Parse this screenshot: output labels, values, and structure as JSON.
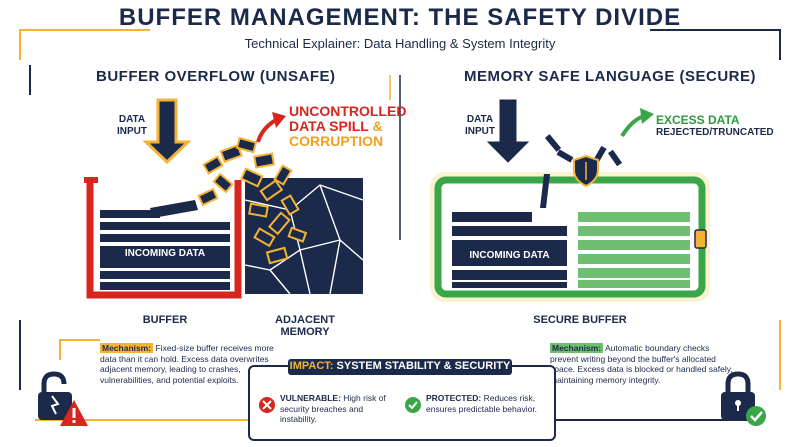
{
  "header": {
    "title": "BUFFER MANAGEMENT: THE SAFETY DIVIDE",
    "subtitle": "Technical Explainer: Data Handling & System Integrity"
  },
  "unsafe": {
    "title": "BUFFER OVERFLOW (UNSAFE)",
    "data_input": "DATA\nINPUT",
    "spill_line1": "UNCONTROLLED",
    "spill_line2": "DATA SPILL",
    "spill_amp": "&",
    "spill_line3": "CORRUPTION",
    "incoming": "INCOMING DATA",
    "buffer_label": "BUFFER",
    "adjacent_label": "ADJACENT MEMORY",
    "mech_tag": "Mechanism:",
    "mech_text": " Fixed-size buffer receives more data than it can hold. Excess data overwrites adjacent memory, leading to crashes, vulnerabilities, and potential exploits."
  },
  "safe": {
    "title": "MEMORY SAFE LANGUAGE (SECURE)",
    "data_input": "DATA\nINPUT",
    "excess_line1": "EXCESS DATA",
    "excess_line2": "REJECTED/TRUNCATED",
    "incoming": "INCOMING DATA",
    "buffer_label": "SECURE BUFFER",
    "mech_tag": "Mechanism:",
    "mech_text": " Automatic boundary checks prevent writing beyond the buffer's allocated space. Excess data is blocked or handled safely, maintaining memory integrity."
  },
  "impact": {
    "head_tag": "IMPACT:",
    "head_text": " SYSTEM STABILITY & SECURITY",
    "vuln_tag": "VULNERABLE:",
    "vuln_text": " High risk of security breaches and instability.",
    "prot_tag": "PROTECTED:",
    "prot_text": " Reduces risk, ensures predictable behavior."
  },
  "colors": {
    "navy": "#1b2a4a",
    "orange": "#f5b335",
    "red": "#d7261e",
    "green": "#3aa648"
  }
}
